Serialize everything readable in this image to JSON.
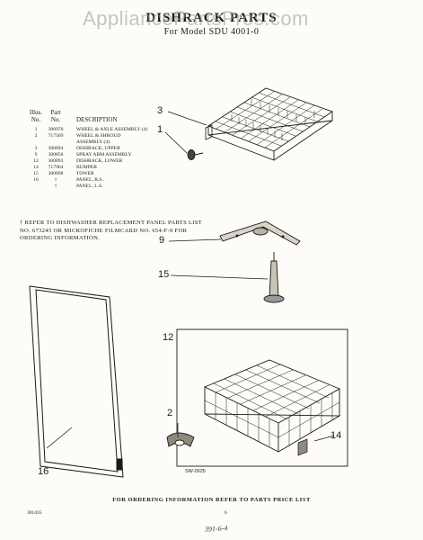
{
  "watermark": "AppliancePartsPros.com",
  "title": "DISHRACK PARTS",
  "subtitle": "For Model SDU 4001-0",
  "table": {
    "col_illus": [
      "Illus.",
      "No."
    ],
    "col_part": [
      "Part",
      "No."
    ],
    "col_desc": "DESCRIPTION",
    "rows": [
      {
        "illus": "1",
        "part": "300970",
        "desc": "WHEEL & AXLE ASSEMBLY (4)"
      },
      {
        "illus": "2",
        "part": "717569",
        "desc": "WHEEL & SHROUD"
      },
      {
        "illus": "",
        "part": "",
        "desc": "ASSEMBLY (4)"
      },
      {
        "illus": "3",
        "part": "300894",
        "desc": "DISHRACK, UPPER"
      },
      {
        "illus": "9",
        "part": "300856",
        "desc": "SPRAY ARM ASSEMBLY"
      },
      {
        "illus": "12",
        "part": "300893",
        "desc": "DISHRACK, LOWER"
      },
      {
        "illus": "14",
        "part": "717964",
        "desc": "BUMPER"
      },
      {
        "illus": "15",
        "part": "300898",
        "desc": "TOWER"
      },
      {
        "illus": "16",
        "part": "†",
        "desc": "PANEL, R.S."
      },
      {
        "illus": "",
        "part": "†",
        "desc": "PANEL, L.S."
      }
    ]
  },
  "note": "† REFER TO DISHWASHER REPLACEMENT PANEL PARTS LIST NO. 673245 OR MICROFICHE FILMCARD NO. 654-F-9 FOR ORDERING INFORMATION.",
  "callouts": {
    "c3": "3",
    "c1": "1",
    "c9": "9",
    "c15": "15",
    "c12": "12",
    "c2": "2",
    "c14": "14",
    "c16": "16"
  },
  "drawing_code": "SW-0925",
  "footer": "FOR ORDERING INFORMATION REFER TO PARTS PRICE LIST",
  "doc_number": "301435",
  "page_number": "6",
  "handwritten": "391-6-4"
}
